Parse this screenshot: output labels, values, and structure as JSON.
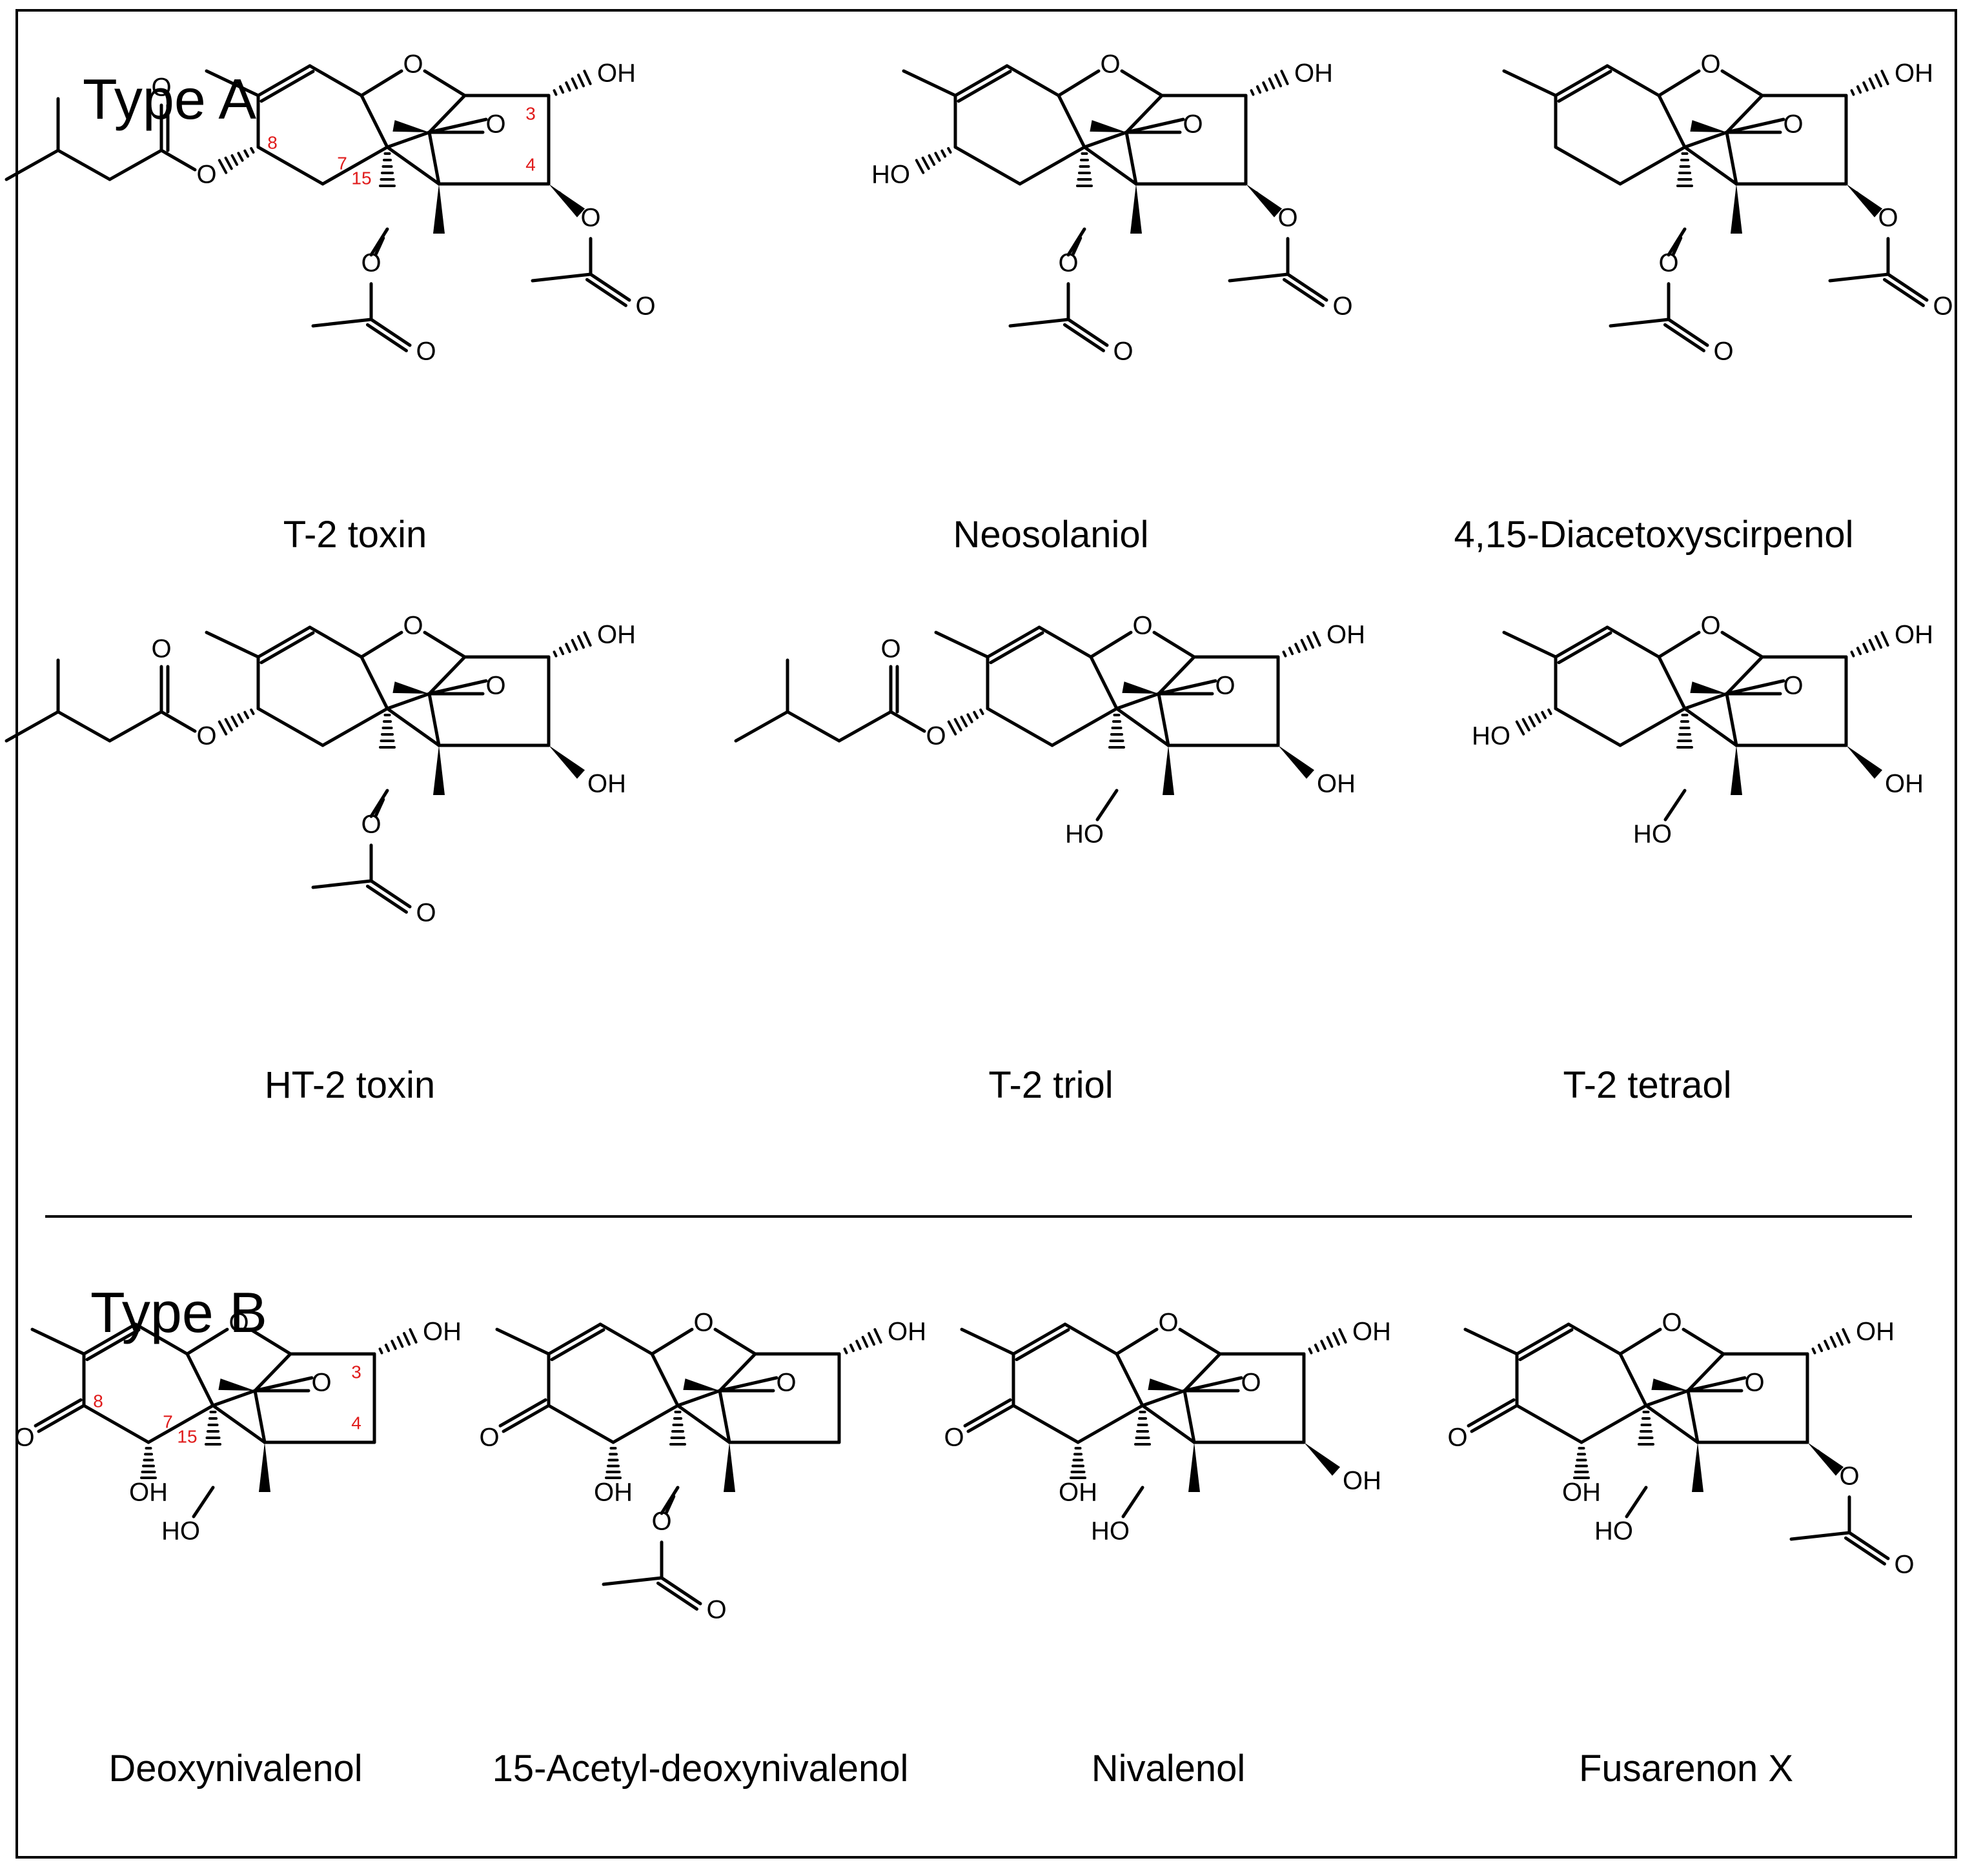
{
  "sections": {
    "type_a": "Type A",
    "type_b": "Type B"
  },
  "compounds": {
    "t2_toxin": "T-2 toxin",
    "neosolaniol": "Neosolaniol",
    "diacetoxyscirpenol": "4,15-Diacetoxyscirpenol",
    "ht2_toxin": "HT-2 toxin",
    "t2_triol": "T-2 triol",
    "t2_tetraol": "T-2 tetraol",
    "deoxynivalenol": "Deoxynivalenol",
    "acetyl_don": "15-Acetyl-deoxynivalenol",
    "nivalenol": "Nivalenol",
    "fusarenon_x": "Fusarenon X"
  },
  "atoms": {
    "oxygen": "O",
    "hydroxyl": "OH",
    "hydroxyl_left": "HO"
  },
  "positions": {
    "c3": "3",
    "c4": "4",
    "c7": "7",
    "c8": "8",
    "c15": "15"
  },
  "colors": {
    "bond": "#000000",
    "position_number": "#e01b1b"
  }
}
